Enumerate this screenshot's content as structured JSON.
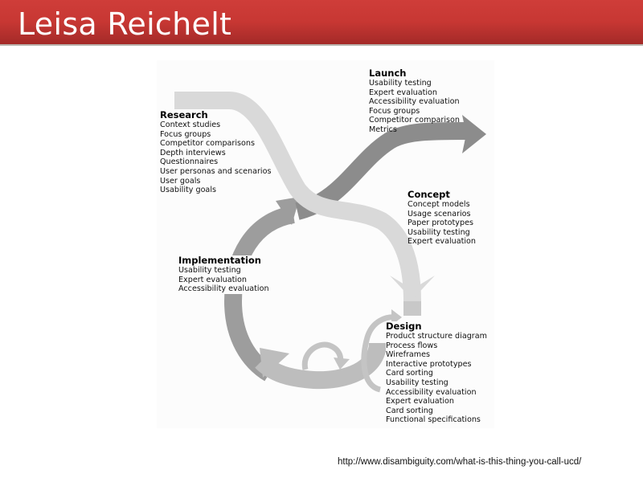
{
  "header": {
    "title": "Leisa Reichelt",
    "color_top": "#cf3d39",
    "color_bottom": "#a32a28"
  },
  "diagram": {
    "colors": {
      "research_path": "#d9d9d9",
      "launch_path": "#8c8c8c",
      "cycle_dark": "#9a9a9a",
      "cycle_light": "#bdbdbd"
    },
    "phases": [
      {
        "name": "Launch",
        "items": [
          "Usability testing",
          "Expert evaluation",
          "Accessibility evaluation",
          "Focus groups",
          "Competitor comparison",
          "Metrics"
        ]
      },
      {
        "name": "Research",
        "items": [
          "Context studies",
          "Focus groups",
          "Competitor comparisons",
          "Depth interviews",
          "Questionnaires",
          "User personas and scenarios",
          "User goals",
          "Usability goals"
        ]
      },
      {
        "name": "Concept",
        "items": [
          "Concept models",
          "Usage scenarios",
          "Paper prototypes",
          "Usability testing",
          "Expert evaluation"
        ]
      },
      {
        "name": "Implementation",
        "items": [
          "Usability testing",
          "Expert evaluation",
          "Accessibility evaluation"
        ]
      },
      {
        "name": "Design",
        "items": [
          "Product structure diagram",
          "Process flows",
          "Wireframes",
          "Interactive prototypes",
          "Card sorting",
          "Usability testing",
          "Accessibility evaluation",
          "Expert evaluation",
          "Card sorting",
          "Functional specifications"
        ]
      }
    ]
  },
  "footer": {
    "source_url": "http://www.disambiguity.com/what-is-this-thing-you-call-ucd/"
  }
}
